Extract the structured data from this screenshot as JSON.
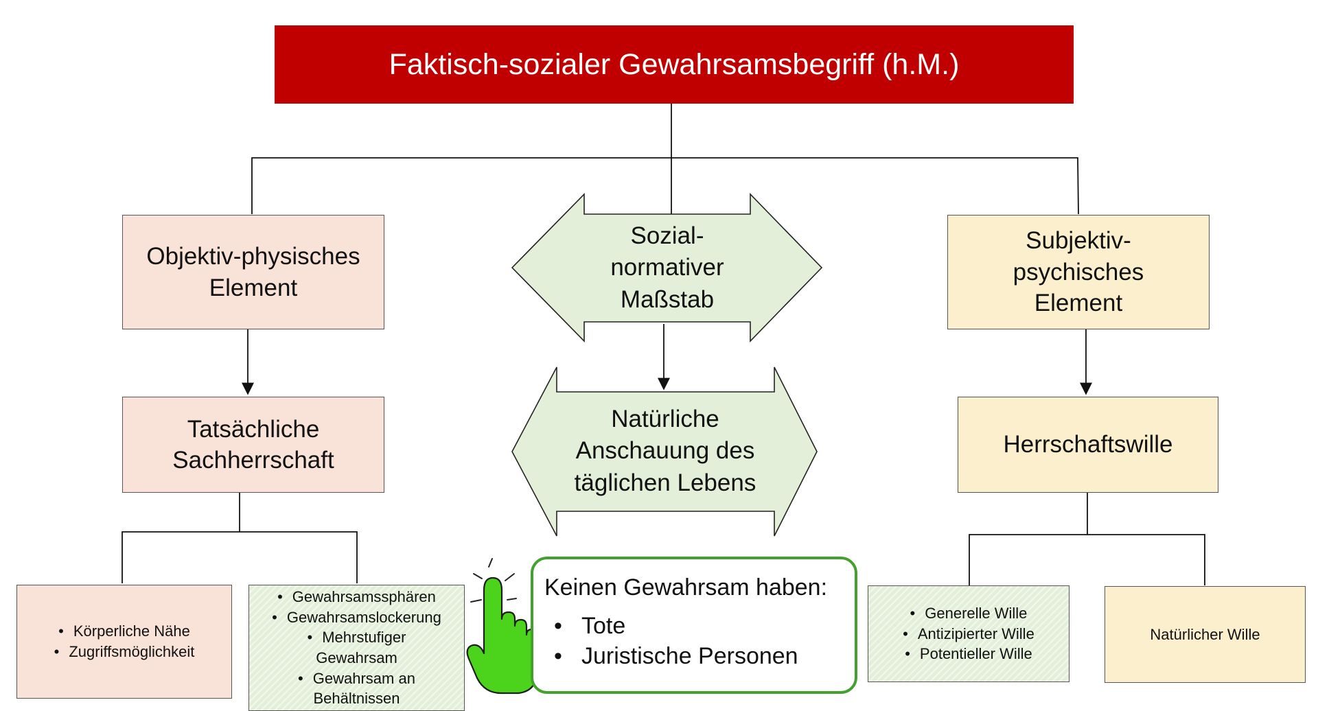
{
  "title": "Faktisch-sozialer Gewahrsamsbegriff (h.M.)",
  "colors": {
    "title_bg": "#c00000",
    "left_boxes": "#f9e3d8",
    "right_boxes": "#fbefcd",
    "arrow_fill": "#e3efd9",
    "persons_border": "#43a12e",
    "hand": "#4cd41c"
  },
  "left": {
    "element": [
      "Objektiv-physisches",
      "Element"
    ],
    "criterion": [
      "Tatsächliche",
      "Sachherrschaft"
    ],
    "leaf1_items": [
      "Körperliche Nähe",
      "Zugriffsmöglichkeit"
    ],
    "leaf2_items": [
      "Gewahrsamssphären",
      "Gewahrsamslockerung",
      "Mehrstufiger",
      "Gewahrsam",
      "Gewahrsam an",
      "Behältnissen"
    ]
  },
  "center": {
    "arrow1": [
      "Sozial-",
      "normativer",
      "Maßstab"
    ],
    "arrow2": [
      "Natürliche",
      "Anschauung des",
      "täglichen Lebens"
    ]
  },
  "right": {
    "element": [
      "Subjektiv-",
      "psychisches",
      "Element"
    ],
    "criterion": "Herrschaftswille",
    "leaf1_items": [
      "Generelle Wille",
      "Antizipierter Wille",
      "Potentieller Wille"
    ],
    "leaf2": "Natürlicher Wille"
  },
  "persons": {
    "title": "Keinen Gewahrsam haben:",
    "items": [
      "Tote",
      "Juristische Personen"
    ]
  },
  "icons": {
    "pointer": "pointing-hand-icon"
  }
}
